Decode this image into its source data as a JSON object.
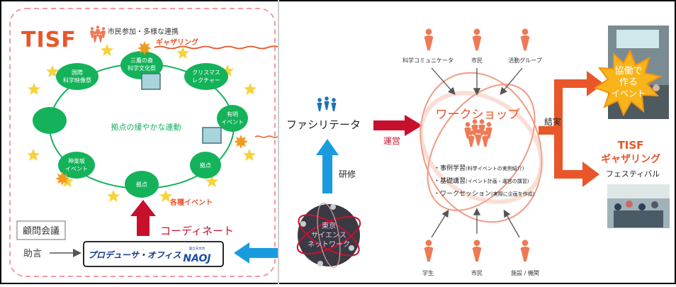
{
  "left": {
    "logo": "TISF",
    "citizen_label": "市民参加・多様な連携",
    "gathering_label": "ギャザリング",
    "nodes": {
      "mitaka": "三鷹の森\n科学文化祭",
      "kokusai": "国際\n科学映像祭",
      "christmas": "クリスマス\nレクチャー",
      "ariake": "有明\nイベント",
      "kagurazaka": "神楽坂\nイベント",
      "kyoten1": "拠点",
      "kyoten2": "拠点"
    },
    "center_label": "拠点の緩やかな連動",
    "events_label": "各種イベント",
    "coordinate_label": "コーディネート",
    "advisory_label": "顧問会議",
    "advice_label": "助言",
    "producer_label": "プロデューサ・オフィス",
    "naoj_logo": "NAOJ",
    "naoj_small": "国立天文台"
  },
  "middle": {
    "facilitator_label": "ファシリテータ",
    "training_label": "研修",
    "operation_label": "運営",
    "network_label": "東京\nサイエンス\nネットワーク"
  },
  "workshop": {
    "title": "ワークショップ",
    "top_people": [
      "科学コミュニケータ",
      "市民",
      "活動グループ"
    ],
    "bottom_people": [
      "学生",
      "市民",
      "施設 / 機関"
    ],
    "items": [
      {
        "label": "・事例学習",
        "note": "(科学イベントの実例紹介)"
      },
      {
        "label": "・基礎講習",
        "note": "(イベント計画・運営の講習)"
      },
      {
        "label": "・ワークセッション",
        "note": "(実際に企画を作成)"
      }
    ],
    "result_label": "結実"
  },
  "right": {
    "burst_label": "協働で\n作る\nイベント",
    "tisf_label": "TISF",
    "gathering_label": "ギャザリング",
    "festival_label": "フェスティバル"
  },
  "colors": {
    "green": "#14b25a",
    "red": "#c8102e",
    "orange": "#e8562a",
    "blue": "#1a9be0",
    "star": "#f7d23a",
    "burst": "#f7b51b"
  }
}
